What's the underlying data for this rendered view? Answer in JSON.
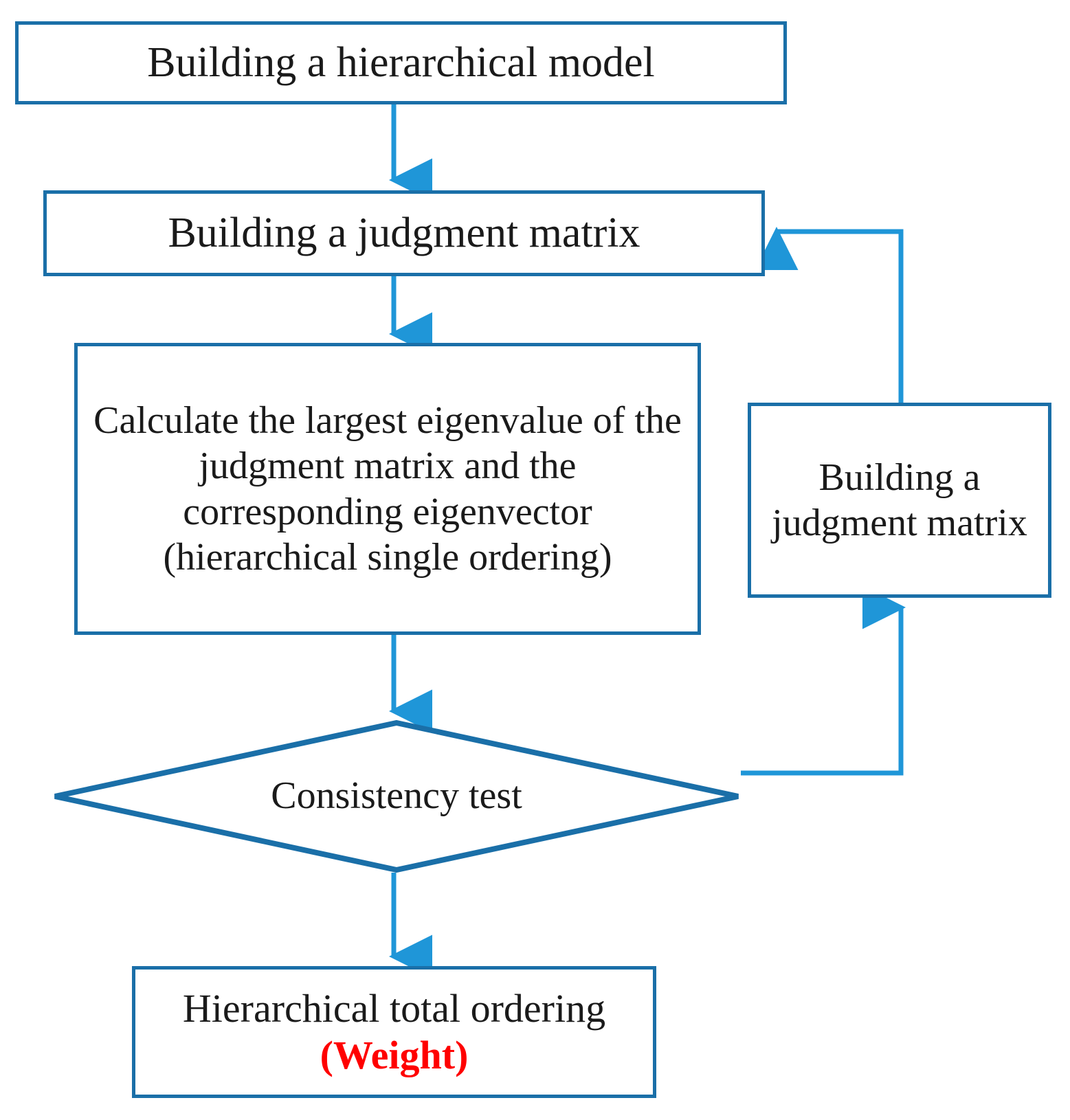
{
  "diagram": {
    "title": "AHP (Analytic Hierarchy Process) flowchart",
    "colors": {
      "box_border": "#1a6fa8",
      "arrow": "#1f96d8",
      "text": "#1a1a1a",
      "highlight": "#ff0000",
      "background": "#ffffff"
    },
    "nodes": [
      {
        "id": "hierarchical-model",
        "shape": "rectangle",
        "label": "Building a hierarchical model"
      },
      {
        "id": "judgment-matrix",
        "shape": "rectangle",
        "label": "Building a judgment matrix"
      },
      {
        "id": "calculate-eigen",
        "shape": "rectangle",
        "label": "Calculate the largest eigenvalue of the judgment matrix and the corresponding eigenvector (hierarchical single ordering)"
      },
      {
        "id": "judgment-matrix-retry",
        "shape": "rectangle",
        "label": "Building a judgment matrix"
      },
      {
        "id": "consistency-test",
        "shape": "diamond",
        "label": "Consistency test"
      },
      {
        "id": "total-ordering",
        "shape": "rectangle",
        "label_main": "Hierarchical total ordering ",
        "label_highlight": "(Weight)"
      }
    ],
    "edges": [
      {
        "id": "edge-model-to-matrix",
        "from": "hierarchical-model",
        "to": "judgment-matrix",
        "direction": "down"
      },
      {
        "id": "edge-matrix-to-eigen",
        "from": "judgment-matrix",
        "to": "calculate-eigen",
        "direction": "down"
      },
      {
        "id": "edge-eigen-to-test",
        "from": "calculate-eigen",
        "to": "consistency-test",
        "direction": "down"
      },
      {
        "id": "edge-test-to-ordering",
        "from": "consistency-test",
        "to": "total-ordering",
        "direction": "down"
      },
      {
        "id": "edge-test-to-retry",
        "from": "consistency-test",
        "to": "judgment-matrix-retry",
        "direction": "right-up"
      },
      {
        "id": "edge-retry-to-matrix",
        "from": "judgment-matrix-retry",
        "to": "judgment-matrix",
        "direction": "up-left"
      }
    ]
  }
}
